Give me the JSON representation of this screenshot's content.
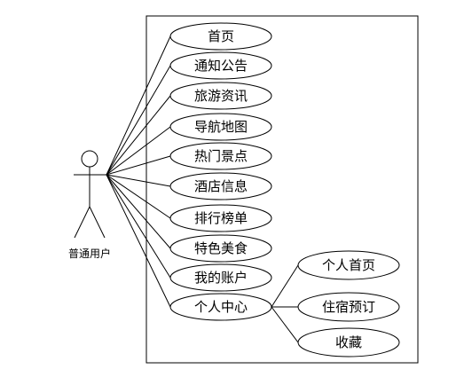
{
  "actor": {
    "label": "普通用户"
  },
  "use_cases": [
    {
      "id": "uc-home",
      "label": "首页"
    },
    {
      "id": "uc-notice",
      "label": "通知公告"
    },
    {
      "id": "uc-travel-news",
      "label": "旅游资讯"
    },
    {
      "id": "uc-nav-map",
      "label": "导航地图"
    },
    {
      "id": "uc-hot-spots",
      "label": "热门景点"
    },
    {
      "id": "uc-hotel-info",
      "label": "酒店信息"
    },
    {
      "id": "uc-rankings",
      "label": "排行榜单"
    },
    {
      "id": "uc-local-food",
      "label": "特色美食"
    },
    {
      "id": "uc-my-account",
      "label": "我的账户"
    },
    {
      "id": "uc-personal-center",
      "label": "个人中心"
    }
  ],
  "sub_use_cases": [
    {
      "id": "uc-personal-home",
      "label": "个人首页"
    },
    {
      "id": "uc-lodging-booking",
      "label": "住宿预订"
    },
    {
      "id": "uc-favorites",
      "label": "收藏"
    }
  ]
}
